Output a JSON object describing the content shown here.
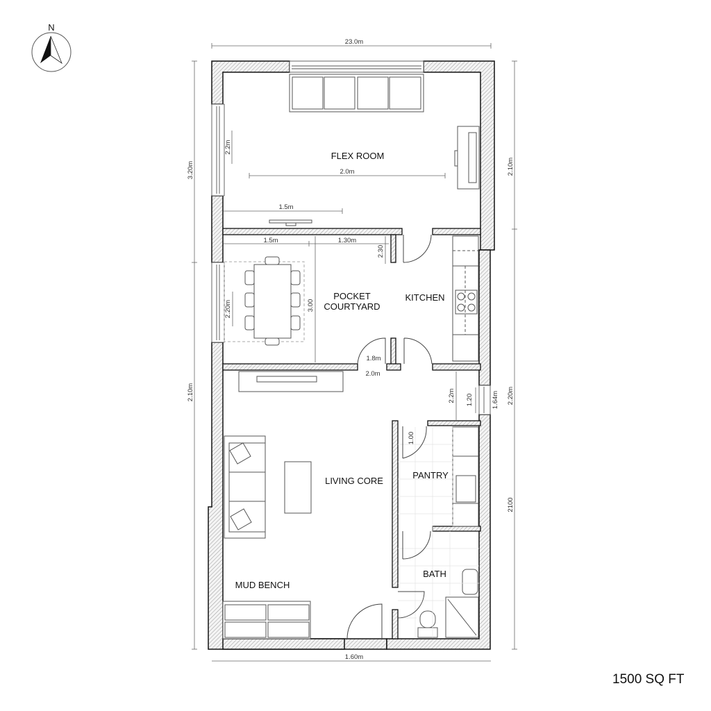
{
  "plan": {
    "compass_label": "N",
    "area_label": "1500 SQ FT",
    "rooms": [
      {
        "id": "flex-room",
        "label": "FLEX ROOM"
      },
      {
        "id": "pocket-courtyard",
        "label_line1": "POCKET",
        "label_line2": "COURTYARD"
      },
      {
        "id": "kitchen",
        "label": "KITCHEN"
      },
      {
        "id": "living-core",
        "label": "LIVING CORE"
      },
      {
        "id": "pantry",
        "label": "PANTRY"
      },
      {
        "id": "bath",
        "label": "BATH"
      },
      {
        "id": "mud-bench",
        "label": "MUD BENCH"
      }
    ],
    "dimensions": {
      "top_overall": "23.0m",
      "bottom_overall": "1.60m",
      "left_upper": "3.20m",
      "left_lower": "2.10m",
      "right_upper": "2.10m",
      "right_middle": "2.20m",
      "right_lower": "2100",
      "flex_window": "2.2m",
      "flex_width": "2.0m",
      "flex_bottom": "1.5m",
      "court_left": "1.5m",
      "court_right": "1.30m",
      "court_door_jamb": "2.30",
      "court_height": "3.00",
      "dining_window": "2.20m",
      "door_gap_1": "1.8m",
      "door_gap_2": "2.0m",
      "hall_width": "2.2m",
      "hall_window_inner": "1.20",
      "hall_window_outer": "1.64m",
      "pantry_door": "1.00"
    }
  }
}
